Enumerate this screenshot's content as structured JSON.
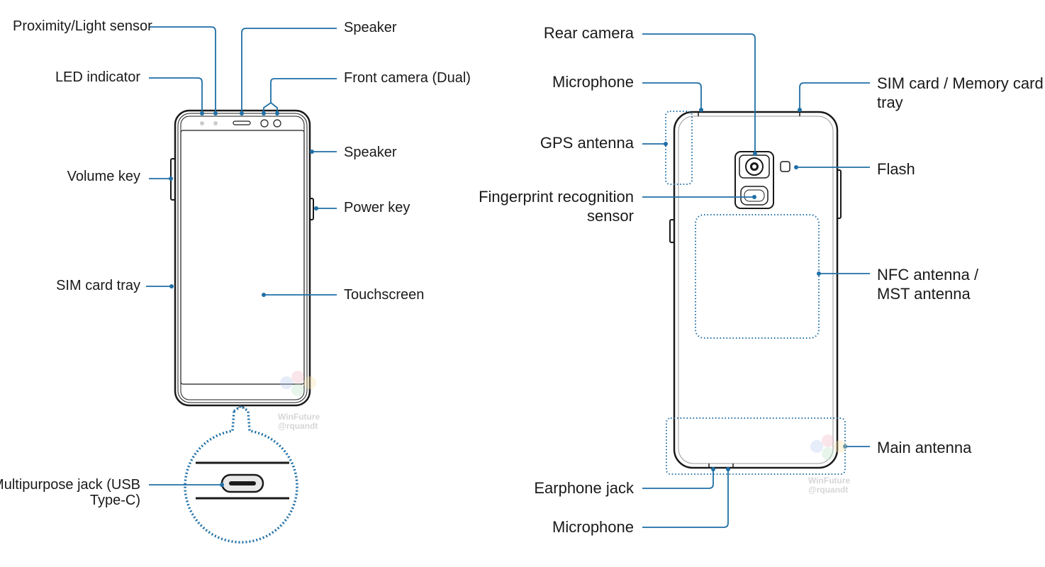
{
  "colors": {
    "leader": "#1f6fa6",
    "outline": "#1a1a1a",
    "text": "#1a1a1a",
    "shade": "#e8e8e8",
    "watermark": "#d6d6d6"
  },
  "front": {
    "labels": {
      "proximity": "Proximity/Light sensor",
      "speaker_top": "Speaker",
      "led": "LED indicator",
      "front_camera": "Front camera (Dual)",
      "speaker_side": "Speaker",
      "volume": "Volume key",
      "power": "Power key",
      "sim": "SIM card tray",
      "touchscreen": "Touchscreen",
      "jack_line1": "Multipurpose jack (USB",
      "jack_line2": "Type-C)"
    }
  },
  "back": {
    "labels": {
      "rear_camera": "Rear camera",
      "microphone_top": "Microphone",
      "sim_memory_line1": "SIM card / Memory card",
      "sim_memory_line2": "tray",
      "gps": "GPS antenna",
      "flash": "Flash",
      "fingerprint_line1": "Fingerprint recognition",
      "fingerprint_line2": "sensor",
      "nfc_line1": "NFC antenna /",
      "nfc_line2": "MST antenna",
      "main_antenna": "Main antenna",
      "earphone": "Earphone jack",
      "microphone_bottom": "Microphone"
    }
  },
  "watermark": {
    "line1": "WinFuture",
    "line2": "@rquandt"
  }
}
